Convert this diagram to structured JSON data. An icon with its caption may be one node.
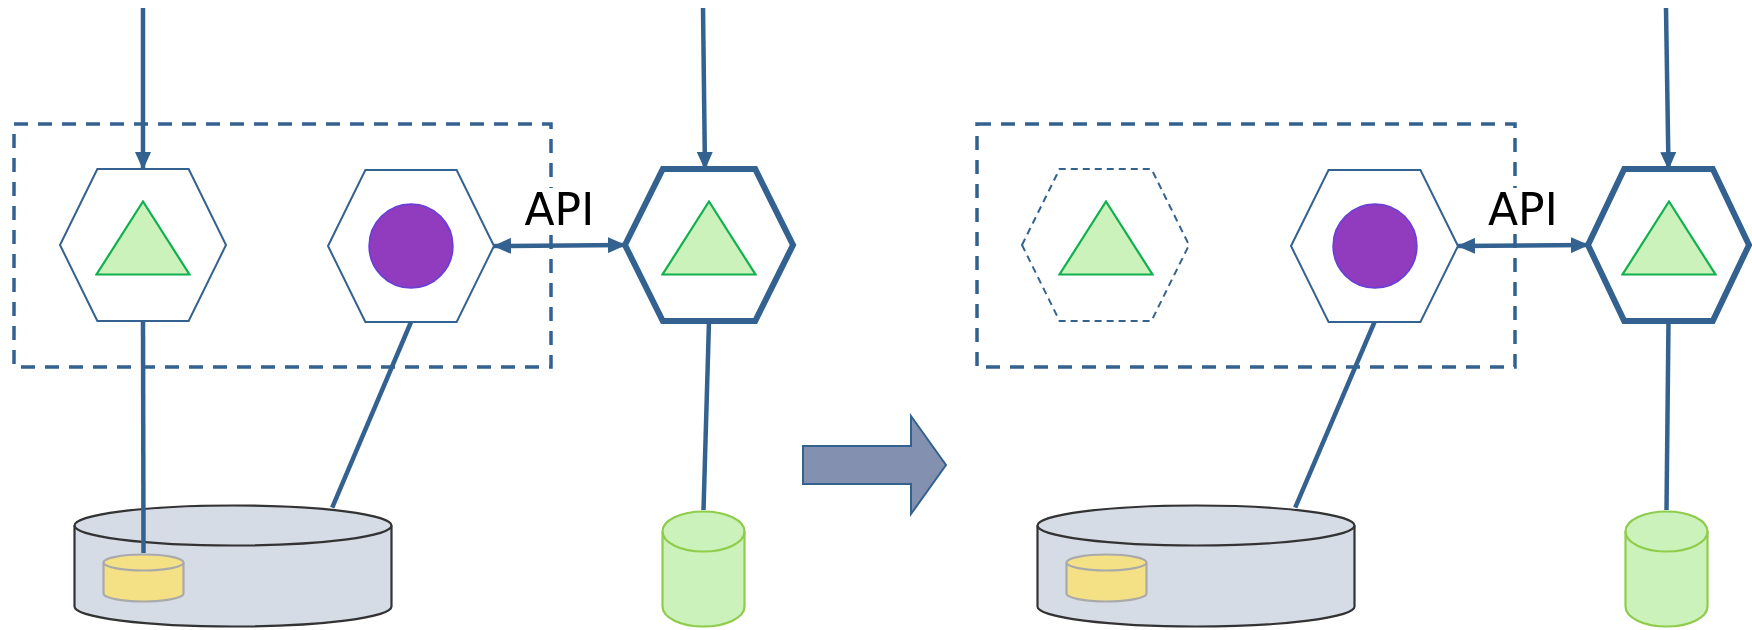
{
  "diagram": {
    "nodes": [
      {
        "text": [],
        "shape": "box"
      },
      {
        "text": [],
        "shape": "hexagon",
        "in": 0
      },
      {
        "text": [],
        "shape": "hexagon",
        "in": 0
      },
      {
        "text": [],
        "shape": "hexagon"
      },
      {
        "text": [],
        "shape": "cylinder"
      },
      {
        "text": [],
        "shape": "cylinder",
        "in": 4
      },
      {
        "text": [],
        "shape": "cylinder"
      },
      {
        "text": [],
        "shape": "box"
      },
      {
        "text": [],
        "shape": "hexagon",
        "in": 7
      },
      {
        "text": [],
        "shape": "hexagon",
        "in": 7
      },
      {
        "text": [],
        "shape": "hexagon"
      },
      {
        "text": [],
        "shape": "cylinder"
      },
      {
        "text": [],
        "shape": "cylinder",
        "in": 11
      },
      {
        "text": [],
        "shape": "cylinder"
      }
    ],
    "edges": [
      {
        "from": null,
        "to": 1,
        "arrow": "to"
      },
      {
        "from": null,
        "to": 3,
        "arrow": "to"
      },
      {
        "from": 1,
        "to": 5,
        "arrow": "none"
      },
      {
        "from": 2,
        "to": 4,
        "arrow": "none"
      },
      {
        "from": 2,
        "to": 3,
        "arrow": "both",
        "label": "API"
      },
      {
        "from": 3,
        "to": 6,
        "arrow": "none"
      },
      {
        "from": null,
        "to": 10,
        "arrow": "to"
      },
      {
        "from": 9,
        "to": 11,
        "arrow": "none"
      },
      {
        "from": 9,
        "to": 10,
        "arrow": "both",
        "label": "API"
      },
      {
        "from": 10,
        "to": 13,
        "arrow": "none"
      }
    ]
  }
}
